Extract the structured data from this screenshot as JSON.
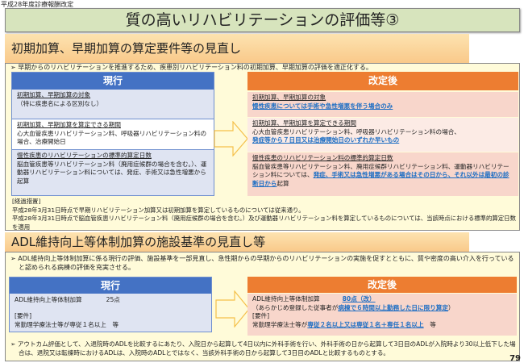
{
  "header_label": "平成28年度診療報酬改定",
  "title": "質の高いリハビリテーションの評価等③",
  "section1": {
    "heading": "初期加算、早期加算の算定要件等の見直し",
    "bullet": "早期からのリハビリテーションを推進するため、疾患別リハビリテーション料の初期加算、早期加算の評価を適正化する。",
    "current": {
      "label": "現行",
      "rows": [
        {
          "title": "初期加算、早期加算の対象",
          "body": "（特に疾患名による区別なし）"
        },
        {
          "title": "初期加算、早期加算を算定できる期間",
          "body": "心大血管疾患リハビリテーション料、呼吸器リハビリテーション料の場合、治療開始日"
        },
        {
          "title": "慢性疾患のリハビリテーションの標準的算定日数",
          "body": "脳血管疾患等リハビリテーション料（廃用症候群の場合を含む。）、運動器リハビリテーション料については、発症、手術又は急性増悪から起算"
        }
      ]
    },
    "revised": {
      "label": "改定後",
      "rows": [
        {
          "title": "初期加算、早期加算の対象",
          "body": "",
          "highlight": "慢性疾患については手術や急性増悪を伴う場合のみ",
          "tail": ""
        },
        {
          "title": "初期加算、早期加算を算定できる期間",
          "body": "心大血管疾患リハビリテーション料、呼吸器リハビリテーション料の場合、",
          "highlight": "発症等から７日目又は治療開始日のいずれか早いもの",
          "tail": ""
        },
        {
          "title": "慢性疾患のリハビリテーション料の標準的算定日数",
          "body": "脳血管疾患等リハビリテーション料、廃用症候群リハビリテーション料、運動器リハビリテーション料については、",
          "highlight": "発症、手術又は急性増悪がある場合はその日から、それ以外は最初の診断日から",
          "tail": "起算"
        }
      ]
    },
    "transition": {
      "label": "[経過措置]",
      "lines": [
        "平成28年3月31日時点で早期リハビリテーション加算又は初期加算を算定しているものについては従来通り。",
        "平成28年3月31日時点で脳血管疾患リハビリテーション料（廃用症候群の場合を含む。）及び運動器リハビリテーション料を算定しているものについては、当該時点における標準的算定日数を適用"
      ]
    }
  },
  "section2": {
    "heading": "ADL維持向上等体制加算の施設基準の見直し等",
    "bullet1": "ADL維持向上等体制加算に係る現行の評価、施設基準を一部見直し、急性期からの早期からのリハビリテーションの実施を促すとともに、質や密度の高い介入を行っていると認められる病棟の評価を充実させる。",
    "current": {
      "label": "現行",
      "item": "ADL維持向上等体制加算",
      "points": "25点",
      "req_label": "[要件]",
      "req": "常勤理学療法士等が専従１名以上　等"
    },
    "revised": {
      "label": "改定後",
      "item": "ADL維持向上等体制加算",
      "points": "80点（改）",
      "note_pre": "（あらかじめ登録した従事者が",
      "note_hl": "病棟で６時間以上勤務した日に限り算定",
      "note_post": "）",
      "req_label": "[要件]",
      "req_pre": "常勤理学療法士等が",
      "req_hl": "専従２名以上又は専従１名＋専任１名以上",
      "req_post": "　等"
    },
    "bullet2": "アウトカム評価として、入退院時のADLを比較するにあたり、入院日から起算して4日以内に外科手術を行い、外科手術の日から起算して3日目のADLが入院時より30以上低下した場合は、退院又は転棟時におけるADLは、入院時のADLとではなく、当該外科手術の日から起算して3日目のADLと比較するものとする。"
  },
  "page_number": "79"
}
